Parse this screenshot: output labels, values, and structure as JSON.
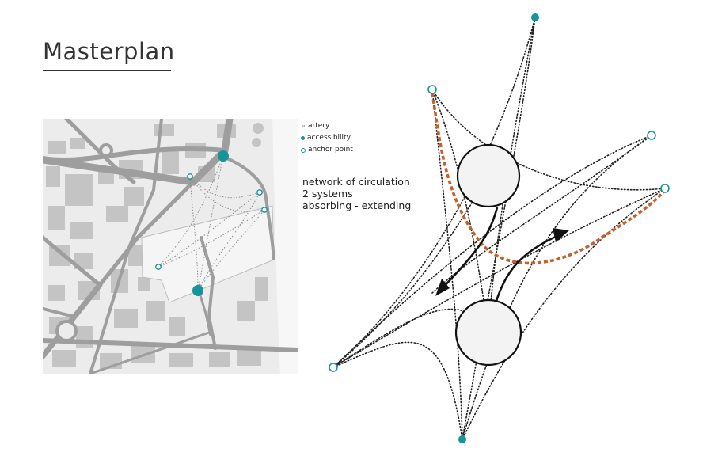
{
  "header": {
    "title": "Masterplan"
  },
  "legend": {
    "items": [
      {
        "symbol": "dots",
        "label": "artery"
      },
      {
        "symbol": "filled-dot",
        "label": "accessibility"
      },
      {
        "symbol": "ring-dot",
        "label": "anchor point"
      }
    ]
  },
  "note": {
    "lines": [
      "network of circulation",
      "2 systems",
      "absorbing - extending"
    ]
  },
  "colors": {
    "accessibility": "#15949a",
    "anchor_point": "#15949a",
    "orange_path": "#c8602a",
    "roads": "#9e9e9e",
    "buildings": "#c4c4c4",
    "circle_fill": "#f3f3f3"
  }
}
